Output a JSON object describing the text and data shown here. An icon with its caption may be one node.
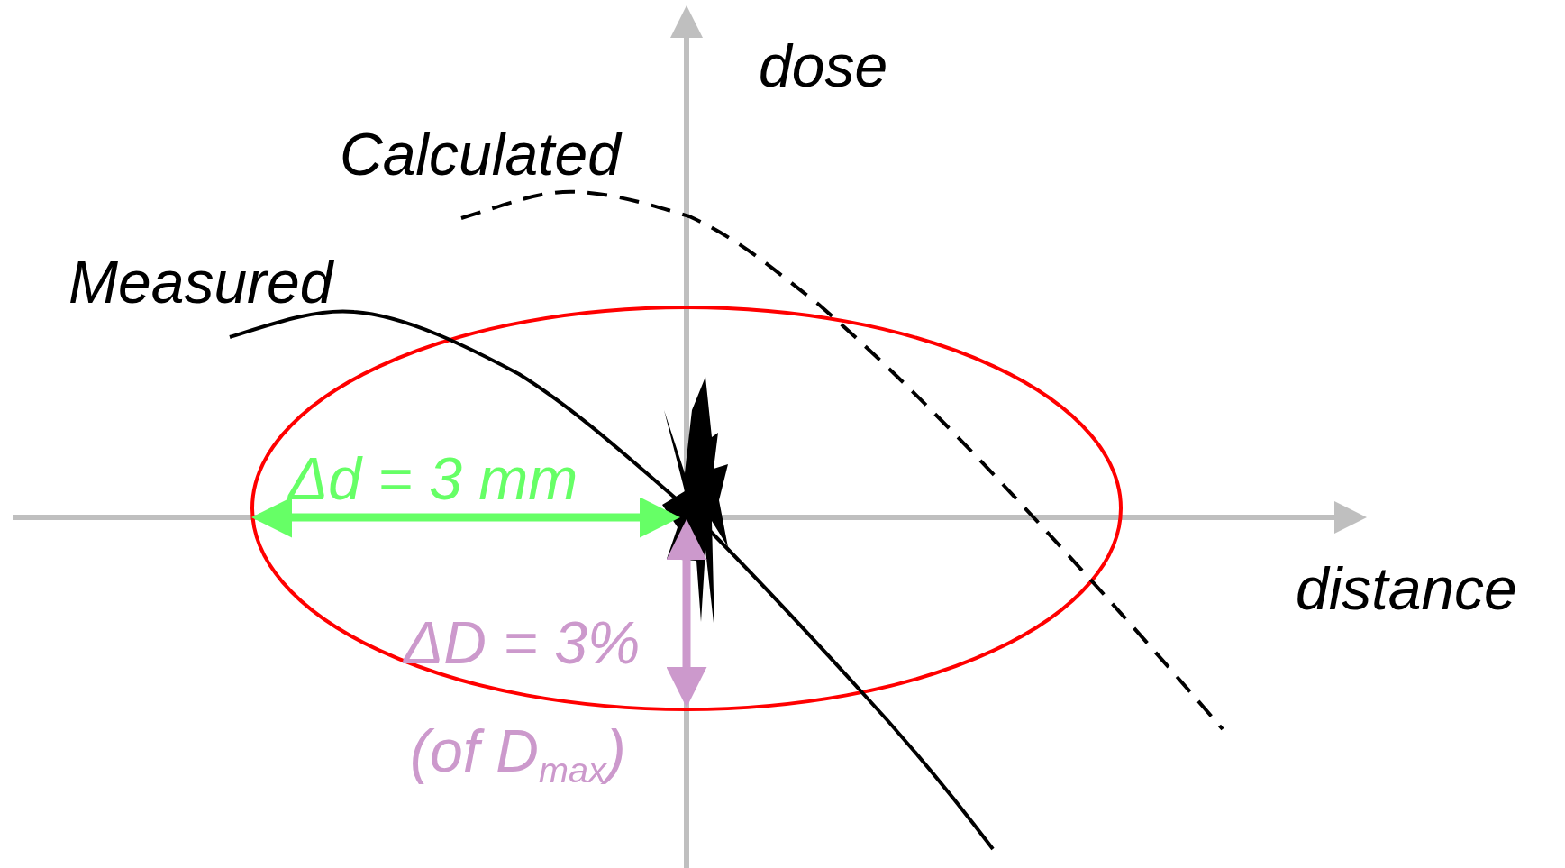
{
  "diagram": {
    "labels": [
      "dose",
      "Calculated",
      "Measured",
      "Δd = 3 mm",
      "distance",
      "ΔD = 3%",
      "(of D$_{max}$)"
    ]
  }
}
